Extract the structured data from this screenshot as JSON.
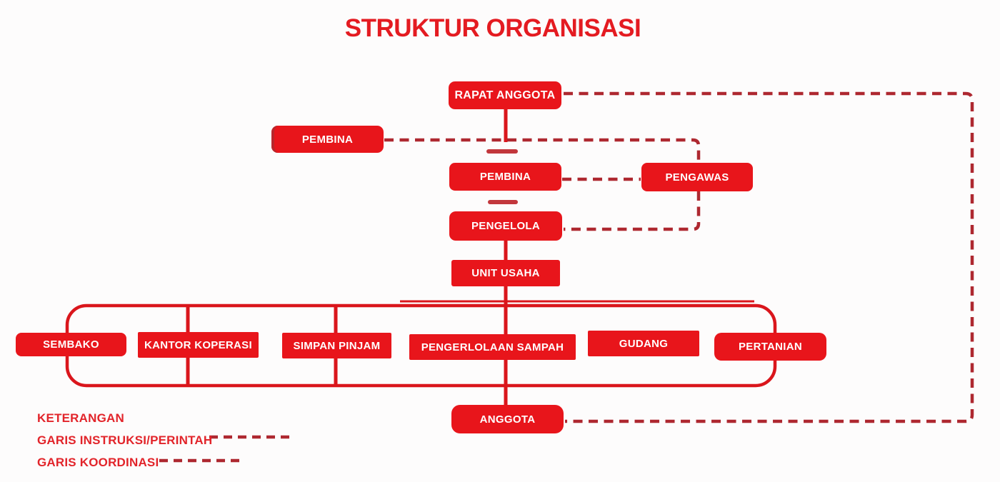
{
  "title": "STRUKTUR ORGANISASI",
  "nodes": {
    "rapat_anggota": "RAPAT ANGGOTA",
    "pembina_left": "PEMBINA",
    "pembina": "PEMBINA",
    "pengawas": "PENGAWAS",
    "pengelola": "PENGELOLA",
    "unit_usaha": "UNIT USAHA",
    "sembako": "SEMBAKO",
    "kantor_koperasi": "KANTOR KOPERASI",
    "simpan_pinjam": "SIMPAN PINJAM",
    "pengelolaan_sampah": "PENGERLOLAAN SAMPAH",
    "gudang": "GUDANG",
    "pertanian": "PERTANIAN",
    "anggota": "ANGGOTA"
  },
  "legend": {
    "heading": "KETERANGAN",
    "items": [
      {
        "label": "GARIS INSTRUKSI/PERINTAH",
        "style": "dashed"
      },
      {
        "label": "GARIS KOORDINASI",
        "style": "dashed"
      }
    ]
  },
  "edges": {
    "instruction_solid": [
      "rapat_anggota>pembina",
      "pembina>pengelola",
      "pengelola>unit_usaha",
      "unit_usaha>unit_row",
      "unit_row>anggota"
    ],
    "coordination_dashed": [
      "rapat_anggota>anggota",
      "pembina_left>pengawas",
      "pembina>pengawas",
      "pengelola>pengawas"
    ]
  },
  "colors": {
    "box": "#e8151b",
    "solid_line": "#da161c",
    "dash_line": "#ae2830",
    "bar": "#c2373c",
    "title_text": "#e41b21",
    "legend_text": "#e2242a",
    "box_text": "#ffffff"
  }
}
